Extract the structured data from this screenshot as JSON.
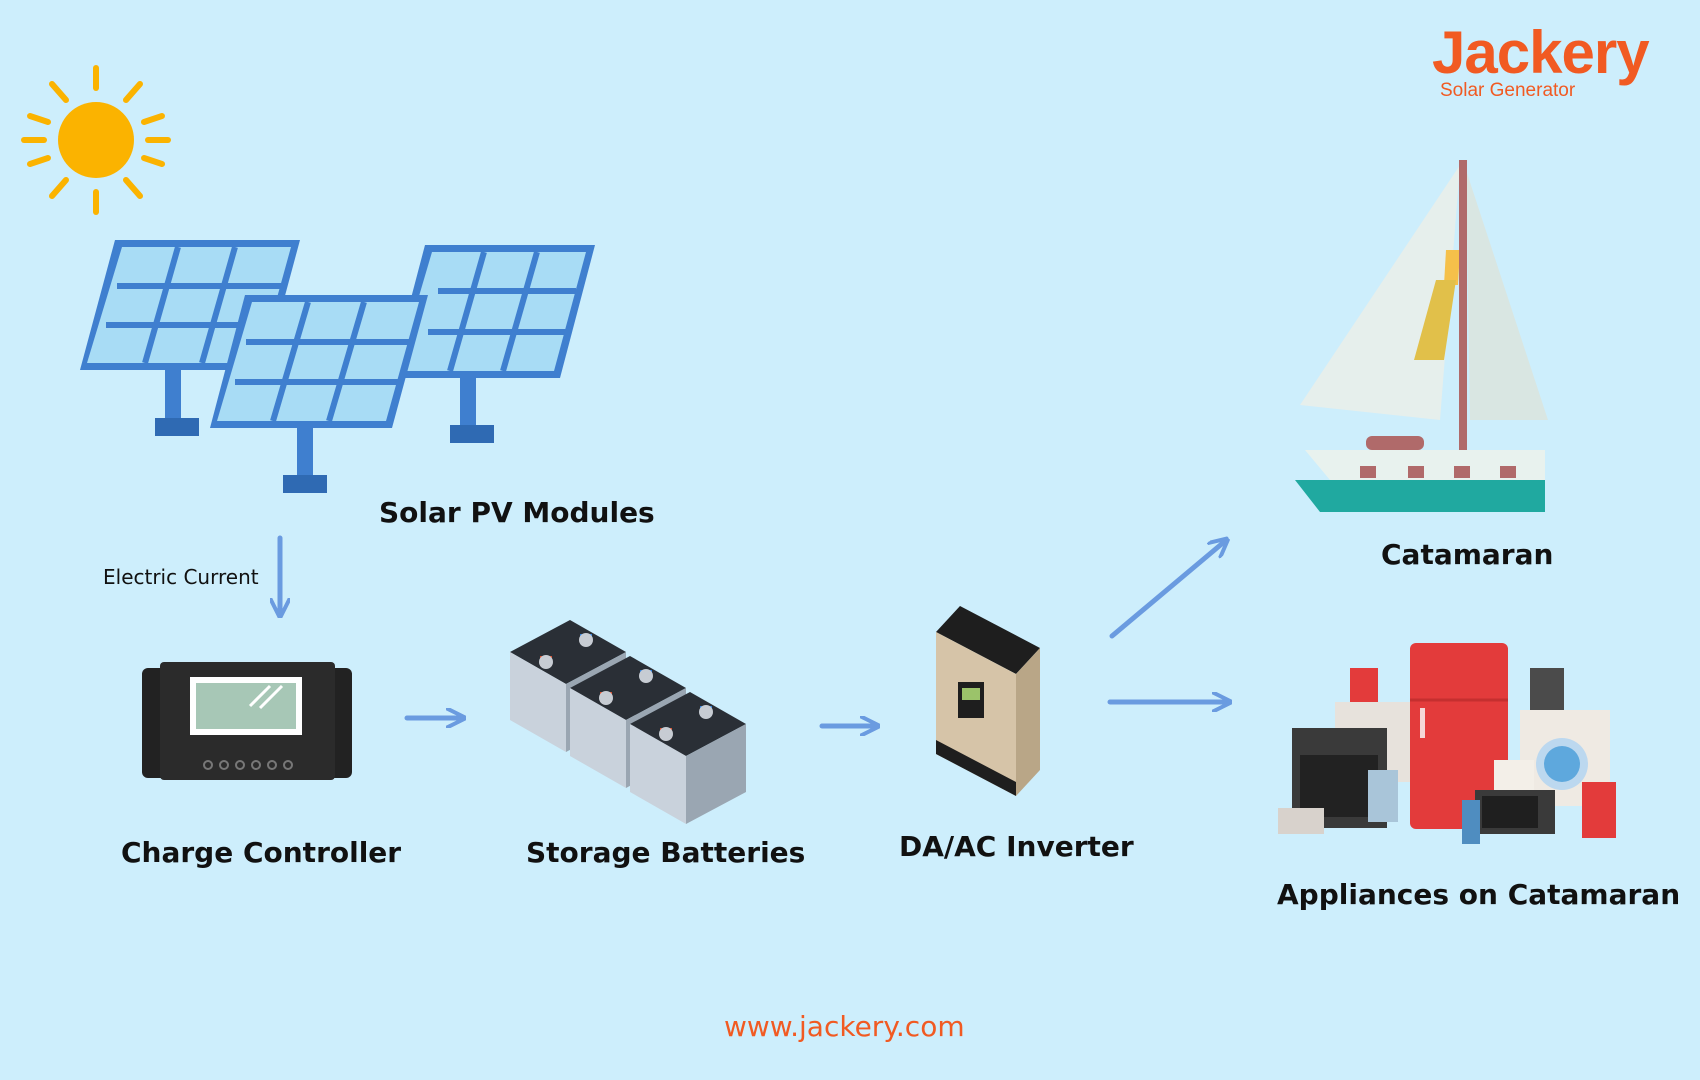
{
  "brand": {
    "name": "Jackery",
    "subtitle": "Solar Generator",
    "color": "#f15a22"
  },
  "nodes": {
    "solar": "Solar PV Modules",
    "controller": "Charge Controller",
    "batteries": "Storage Batteries",
    "inverter": "DA/AC Inverter",
    "catamaran": "Catamaran",
    "appliances": "Appliances on Catamaran"
  },
  "edges": {
    "solar_to_controller": "Electric Current"
  },
  "footer": {
    "website": "www.jackery.com"
  },
  "icons": [
    "sun-icon",
    "solar-panel-icon",
    "charge-controller-icon",
    "battery-icon",
    "inverter-icon",
    "sailboat-icon",
    "appliances-icon",
    "arrow-icon"
  ],
  "colors": {
    "background": "#cdeefc",
    "arrow": "#6a9be0",
    "panel": "#3f7fcf",
    "sun": "#fbb300"
  }
}
